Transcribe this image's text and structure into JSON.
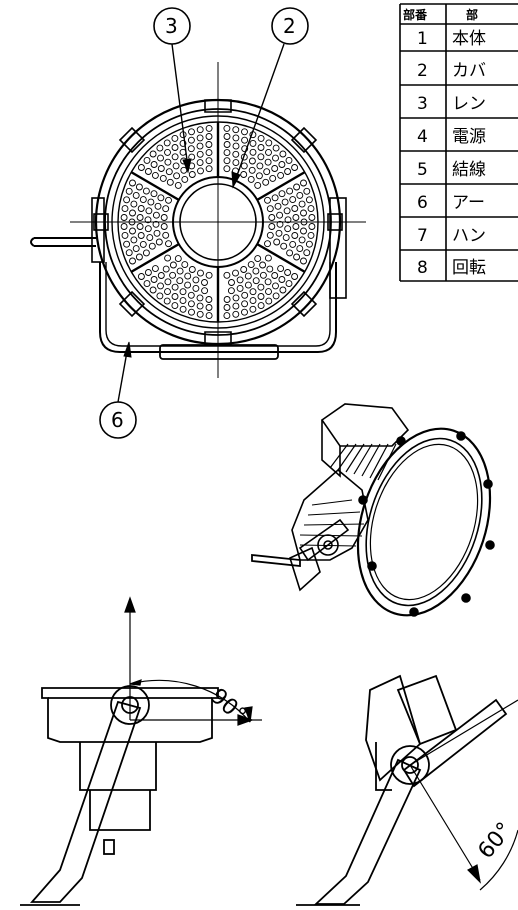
{
  "callouts": {
    "c3": "3",
    "c2": "2",
    "c6": "6"
  },
  "parts_table": {
    "header": [
      "部番",
      "部"
    ],
    "rows": [
      {
        "no": "1",
        "name": "本体"
      },
      {
        "no": "2",
        "name": "カバ"
      },
      {
        "no": "3",
        "name": "レン"
      },
      {
        "no": "4",
        "name": "電源"
      },
      {
        "no": "5",
        "name": "結線"
      },
      {
        "no": "6",
        "name": "アー"
      },
      {
        "no": "7",
        "name": "ハン"
      },
      {
        "no": "8",
        "name": "回転"
      }
    ]
  },
  "angles": {
    "tilt_up": "90°",
    "tilt_down": "60°"
  }
}
